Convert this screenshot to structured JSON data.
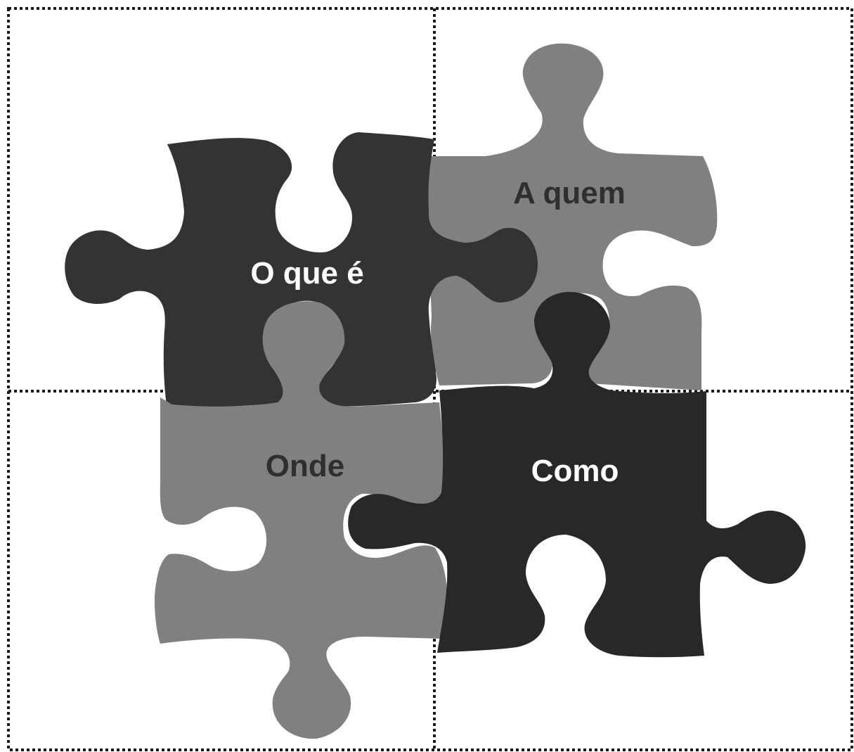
{
  "colors": {
    "dark_piece": "#333333",
    "darker_piece": "#282828",
    "gray_piece": "#808080",
    "light_text": "#ffffff",
    "dark_text": "#2f2f2f",
    "grid_line": "#1a1a1a",
    "background": "#ffffff"
  },
  "pieces": {
    "top_left": {
      "label": "O que é"
    },
    "top_right": {
      "label": "A quem"
    },
    "bottom_left": {
      "label": "Onde"
    },
    "bottom_right": {
      "label": "Como"
    }
  }
}
